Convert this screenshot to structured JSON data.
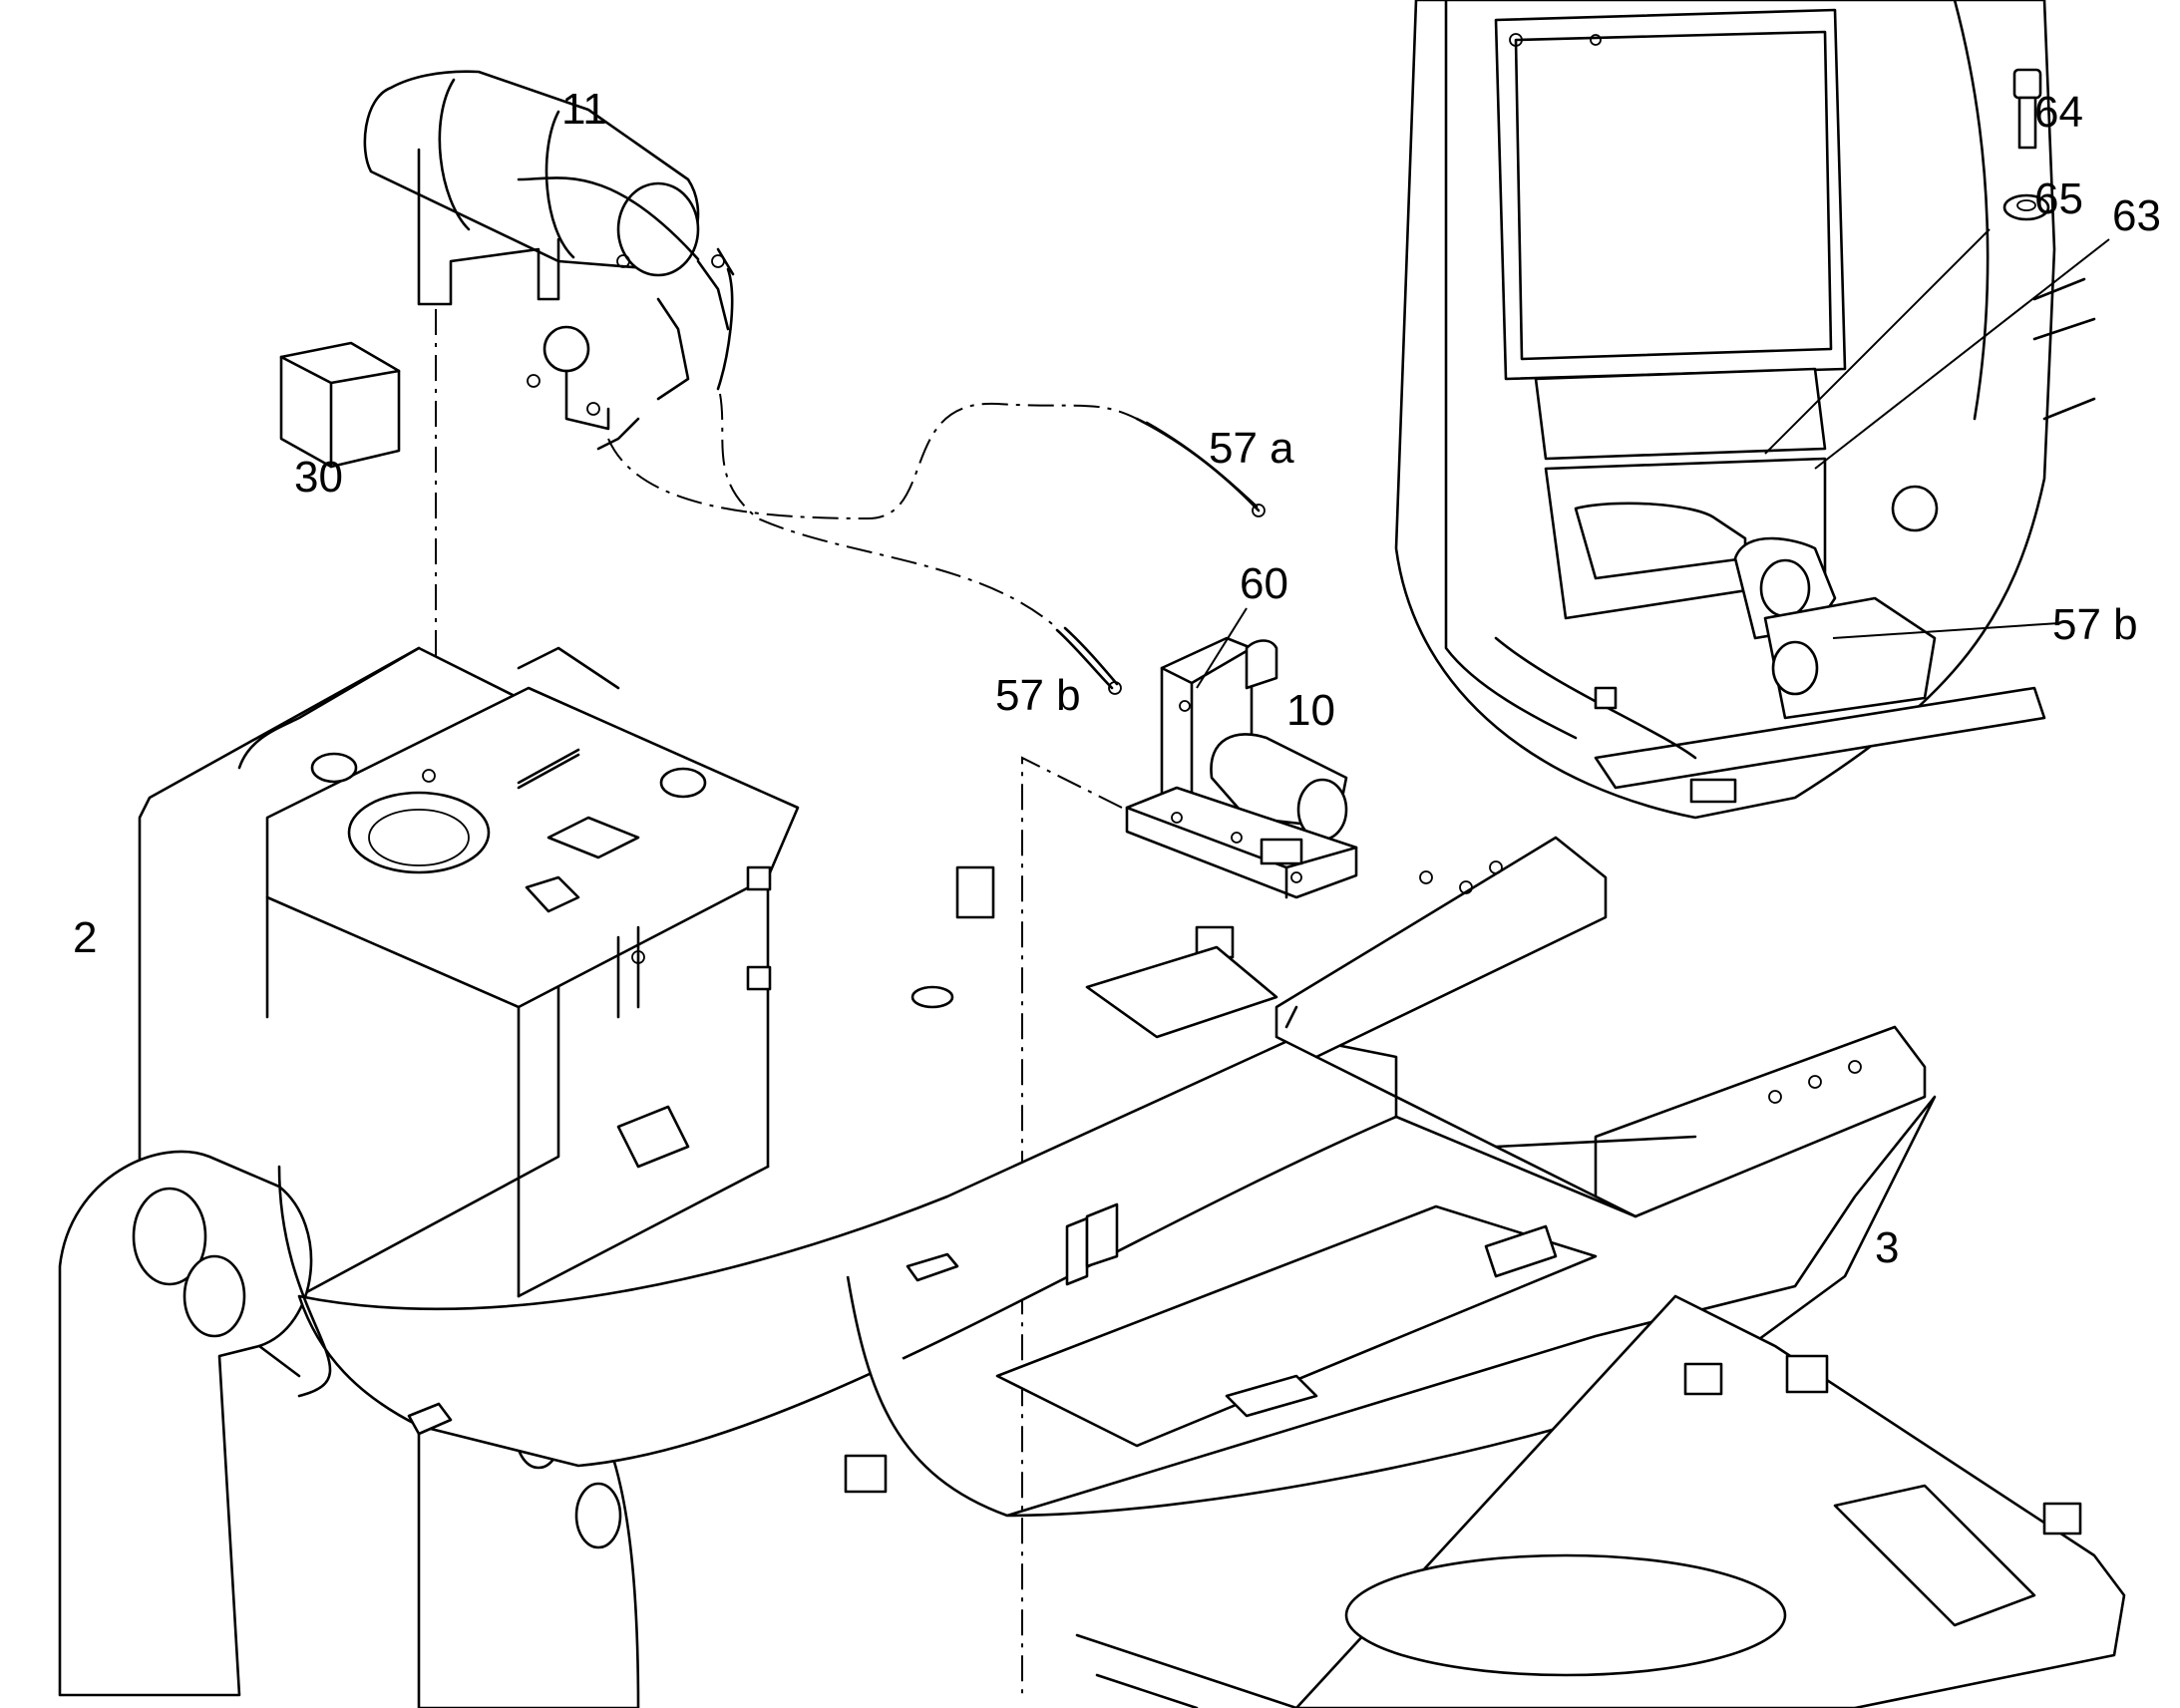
{
  "diagram": {
    "callouts": {
      "part_11": "11",
      "part_30": "30",
      "part_57a": "57 a",
      "part_60": "60",
      "part_57b_main": "57 b",
      "part_10": "10",
      "part_2": "2",
      "part_3": "3",
      "part_64": "64",
      "part_65": "65",
      "part_63": "63",
      "part_57b_inset": "57 b"
    }
  }
}
